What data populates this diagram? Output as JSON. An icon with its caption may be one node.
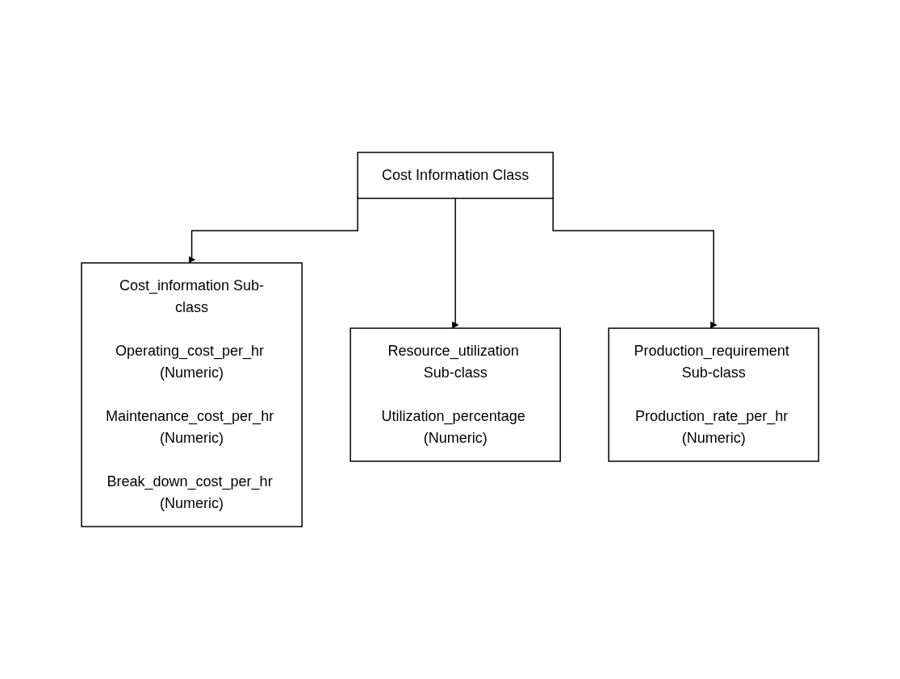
{
  "diagram": {
    "nodes": [
      {
        "text": [
          "Cost Information Class"
        ]
      },
      {
        "text": [
          "Cost_information Sub-class",
          "Operating_cost_per_hr (Numeric)",
          "Maintenance_cost_per_hr (Numeric)",
          "Break_down_cost_per_hr (Numeric)"
        ]
      },
      {
        "text": [
          "Resource_utilization Sub-class",
          "Utilization_percentage (Numeric)"
        ]
      },
      {
        "text": [
          "Production_requirement Sub-class",
          "Production_rate_per_hr (Numeric)"
        ]
      }
    ],
    "edges": [
      {
        "from": 0,
        "to": 1,
        "arrow": "to"
      },
      {
        "from": 0,
        "to": 2,
        "arrow": "to"
      },
      {
        "from": 0,
        "to": 3,
        "arrow": "to"
      }
    ]
  }
}
